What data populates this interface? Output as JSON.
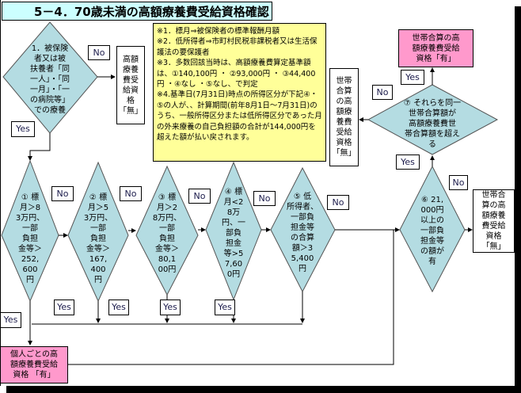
{
  "title": "5－4．70歳未満の高額療養費受給資格確認",
  "note": "※1．標月⇒被保険者の標準報酬月額\n※2．低所得者⇒市町村民税非課税者又は生活保護法の要保護者\n※3．多数回該当時は、高額療養費算定基準額は、①140,100円 ・ ②93,000円 ・ ③44,400円 ・④なし ・⑤なし、で判定\n※4.基準日(7月31日)時点の所得区分が下記④・⑤の人が、、計算期間(前年8月1日～7月31日)のうち、一般所得区分または低所得区分であった月の外来療養の自己負担額の合計が144,000円を超えた額が払い戻されます。",
  "decisions": {
    "q1": "1．被保険\n者又は被\n扶養者「同\n一人」・「同\n一月」・「一\nの病院等」\nでの療養",
    "d1": "① 標\n月＞8\n3万円、\n一部\n負担\n金等＞\n252,\n600\n円",
    "d2": "② 標\n月＞5\n3万円、\n一部\n負担\n金等＞\n167,\n400\n円",
    "d3": "③ 標\n月＞2\n8万円、\n一部\n負担\n金等＞\n80,1\n00円",
    "d4": "④ 標\n月<2\n8万\n円、一\n部負\n担金\n等>5\n7,60\n0円",
    "d5": "⑤ 低\n所得者、\n一部負\n担金等\nの合算\n額＞3\n5,400\n円",
    "d6": "⑥ 21,\n000円\n以上の\n一部負\n担金等\nの額が\n有",
    "d7": "⑦ それらを同一\n世帯合算額が\n高額療養費世\n帯合算額を超え\nる"
  },
  "outcomes": {
    "no_benefit": "高額\n療養\n費受\n給資\n格\n「無」",
    "individual_yes": "個人ごとの高\n額療養費受給\n資格 「有」",
    "household_no_right": "世帯合\n算の高\n額療養\n費受給\n資格\n「無」",
    "household_no_mid": "世帯\n合算\nの高\n額療\n養費\n受給\n資格\n「無」",
    "household_yes": "世帯合算の高\n額療養費受給\n資格「有」"
  },
  "labels": {
    "yes": "Yes",
    "no": "No"
  },
  "colors": {
    "diamond": "#b4dce2",
    "pink": "#ff99cc",
    "note": "#ffff99",
    "title": "#ccffff"
  }
}
